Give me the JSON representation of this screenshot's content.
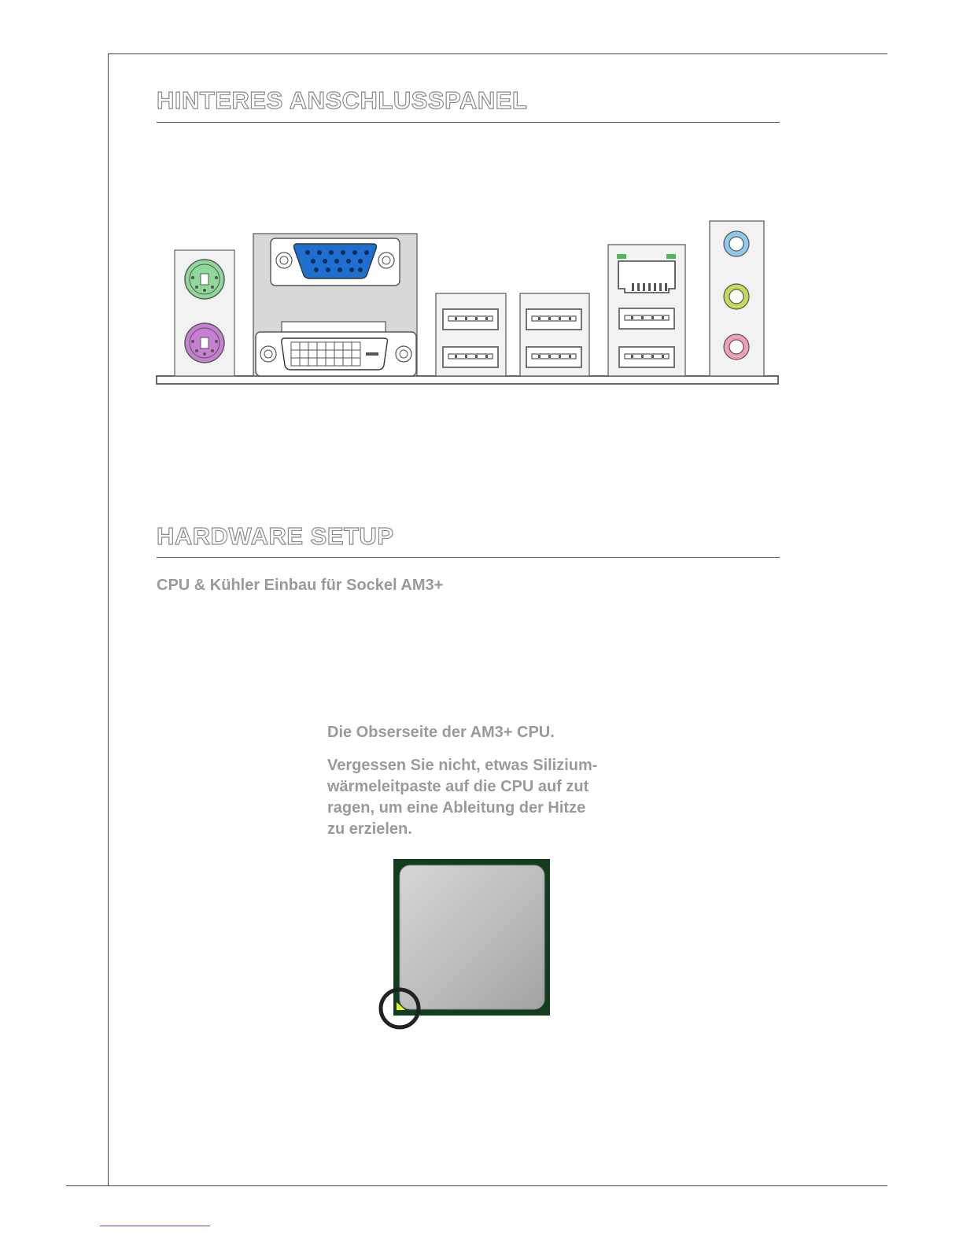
{
  "sections": {
    "rear_panel": {
      "title": "HINTERES ANSCHLUSSPANEL"
    },
    "hardware_setup": {
      "title": "HARDWARE SETUP"
    }
  },
  "cpu_section": {
    "subtitle": "CPU & Kühler Einbau für Sockel AM3+",
    "caption_top": "Die Obserseite der AM3+ CPU.",
    "caption_lines": [
      "Vergessen Sie nicht, etwas Silizium-",
      "wärmeleitpaste auf die CPU auf zut",
      "ragen, um eine Ableitung der Hitze",
      "zu erzielen."
    ]
  },
  "colors": {
    "ps2_mouse": "#8fd89a",
    "ps2_keyboard": "#c77fd4",
    "vga": "#1f6fd1",
    "audio_line_in": "#8fc9ee",
    "audio_line_out": "#c2dc5a",
    "audio_mic": "#f0a0b4",
    "cpu_substrate": "#133d1f",
    "cpu_pin1_marker": "#e6ef2a"
  }
}
